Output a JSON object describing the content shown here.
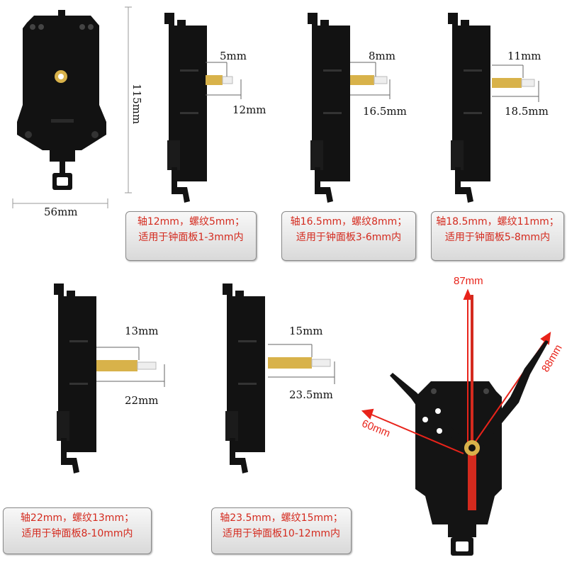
{
  "dimensions": {
    "height": "115mm",
    "width": "56mm"
  },
  "products": [
    {
      "thread": "5mm",
      "shaft": "12mm",
      "caption_line1": "轴12mm，螺纹5mm；",
      "caption_line2": "适用于钟面板1-3mm内"
    },
    {
      "thread": "8mm",
      "shaft": "16.5mm",
      "caption_line1": "轴16.5mm，螺纹8mm；",
      "caption_line2": "适用于钟面板3-6mm内"
    },
    {
      "thread": "11mm",
      "shaft": "18.5mm",
      "caption_line1": "轴18.5mm，螺纹11mm；",
      "caption_line2": "适用于钟面板5-8mm内"
    },
    {
      "thread": "13mm",
      "shaft": "22mm",
      "caption_line1": "轴22mm，螺纹13mm；",
      "caption_line2": "适用于钟面板8-10mm内"
    },
    {
      "thread": "15mm",
      "shaft": "23.5mm",
      "caption_line1": "轴23.5mm，螺纹15mm；",
      "caption_line2": "适用于钟面板10-12mm内"
    }
  ],
  "hands": {
    "second": "87mm",
    "minute": "88mm",
    "hour": "60mm"
  },
  "colors": {
    "caption_text": "#d42a1e",
    "hand_label": "#e8231a",
    "movement_body": "#111111",
    "brass_shaft": "#d8b24a"
  }
}
